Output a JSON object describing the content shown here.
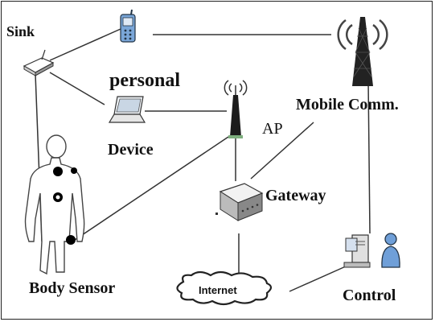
{
  "labels": {
    "sink": "Sink",
    "personal": "personal",
    "device": "Device",
    "ap": "AP",
    "mobile_comm": "Mobile  Comm.",
    "gateway": "Gateway",
    "body_sensor": "Body  Sensor",
    "internet": "Internet",
    "control": "Control"
  },
  "colors": {
    "line": "#333333",
    "phone_body": "#7aa6d8",
    "tower": "#222222",
    "internet_cloud_fill": "#ffffff",
    "person_icon": "#6f9fd8",
    "sensor_dot": "#000000"
  }
}
